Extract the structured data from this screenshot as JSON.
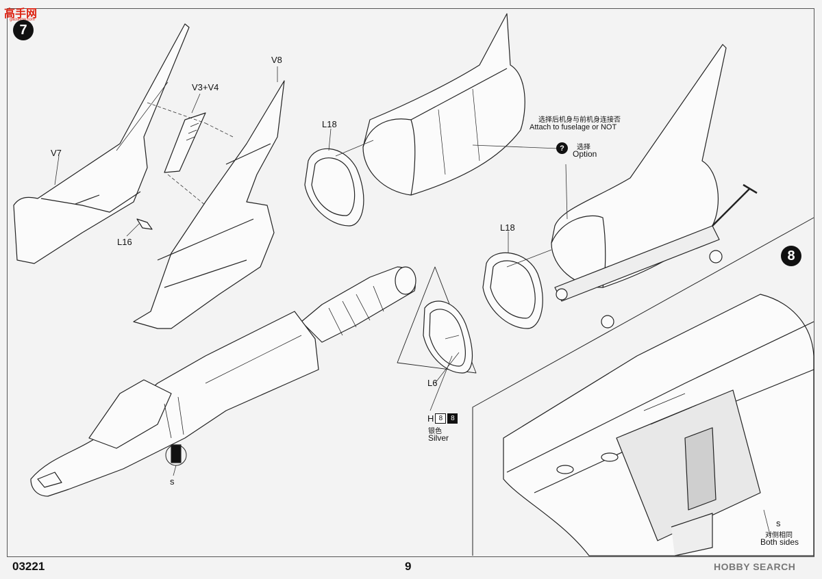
{
  "watermark": {
    "logo_text": "高手网",
    "logo_sub": "gaoshow.com"
  },
  "steps": {
    "step7": "7",
    "step8": "8"
  },
  "parts": {
    "v7": "V7",
    "v3v4": "V3+V4",
    "v8": "V8",
    "l16": "L16",
    "l18_top": "L18",
    "l18_right": "L18",
    "l6": "L6",
    "s_left": "s",
    "s_right": "s"
  },
  "notes": {
    "attach_cn": "选择后机身与前机身连接否",
    "attach_en": "Attach to fuselage or NOT",
    "option_icon": "?",
    "option_cn": "选择",
    "option_en": "Option",
    "paint_code": "H",
    "paint_num_white": "8",
    "paint_num_black": "8",
    "paint_cn": "银色",
    "paint_en": "Silver",
    "both_sides_cn": "对侧相同",
    "both_sides_en": "Both sides"
  },
  "footer": {
    "code": "03221",
    "page": "9",
    "brand": "HOBBY SEARCH"
  }
}
